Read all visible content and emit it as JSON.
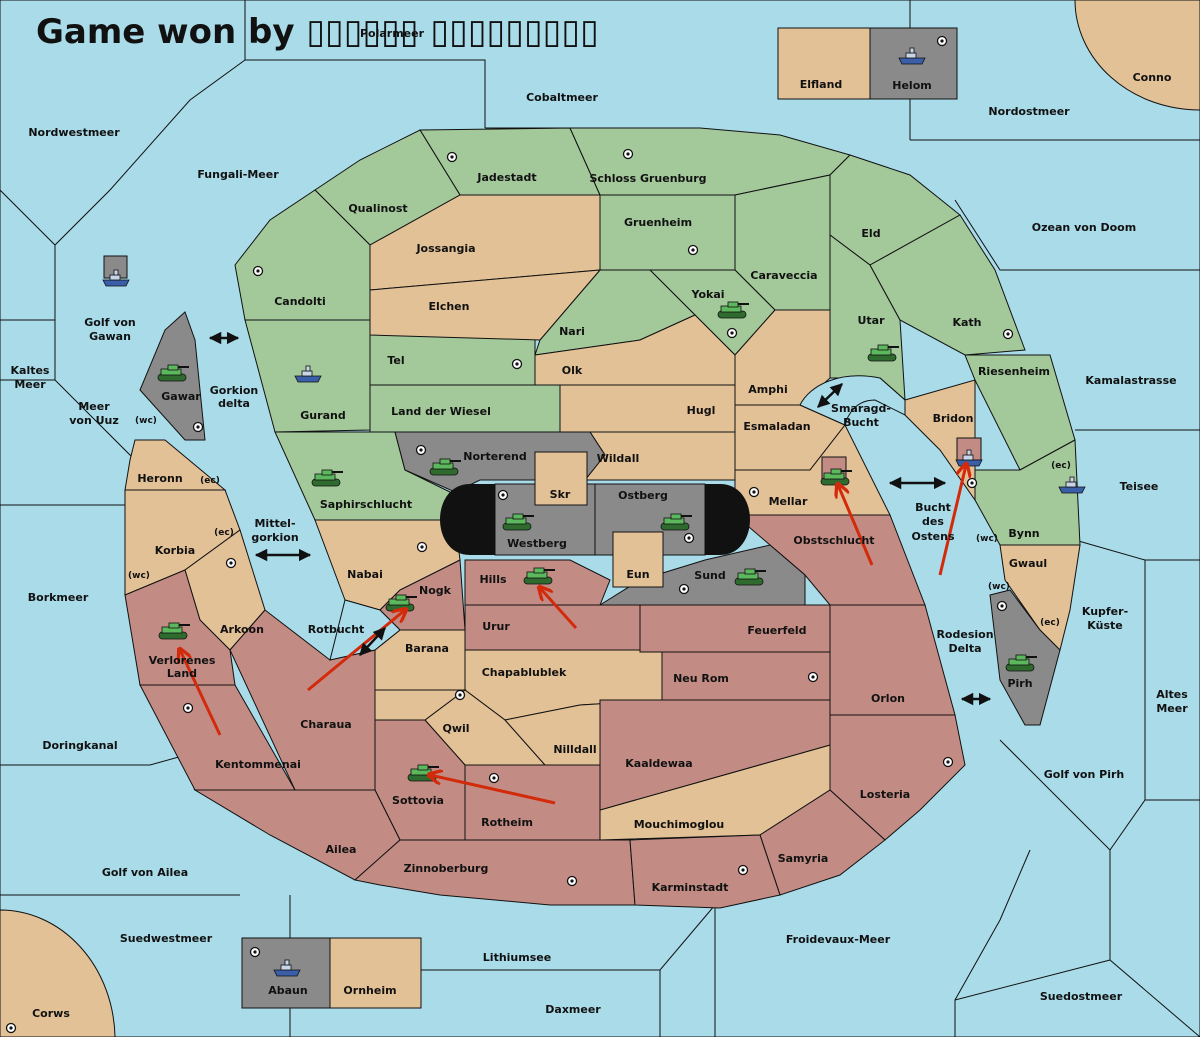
{
  "title": "Game won by ▯▯▯▯▯▯ ▯▯▯▯▯▯▯▯▯",
  "colors": {
    "sea": "#a9dbe9",
    "green_power": "#a3c89a",
    "neutral": "#e3c196",
    "red_power": "#c28c84",
    "gray_power": "#8a8a8a",
    "order_arrow": "#d42a0c",
    "unit_army": "#5cb85c",
    "unit_fleet": "#3a5ea8"
  },
  "sea_regions": {
    "polarmeer": "Polarmeer",
    "cobaltmeer": "Cobaltmeer",
    "nordwestmeer": "Nordwestmeer",
    "fungali": "Fungali-Meer",
    "nordostmeer": "Nordostmeer",
    "ozean": "Ozean von Doom",
    "golf_gawan_1": "Golf von",
    "golf_gawan_2": "Gawan",
    "kaltes_1": "Kaltes",
    "kaltes_2": "Meer",
    "meer_uuz_1": "Meer",
    "meer_uuz_2": "von Uuz",
    "gorkion_1": "Gorkion",
    "gorkion_2": "delta",
    "kamala": "Kamalastrasse",
    "smaragd_1": "Smaragd-",
    "smaragd_2": "Bucht",
    "teisee": "Teisee",
    "bucht_1": "Bucht",
    "bucht_2": "des",
    "bucht_3": "Ostens",
    "mittel_1": "Mittel-",
    "mittel_2": "gorkion",
    "borkmeer": "Borkmeer",
    "kupfer_1": "Kupfer-",
    "kupfer_2": "Küste",
    "rotbucht": "Rotbucht",
    "rodesion_1": "Rodesion",
    "rodesion_2": "Delta",
    "altes_1": "Altes",
    "altes_2": "Meer",
    "doringkanal": "Doringkanal",
    "golf_pirh": "Golf von Pirh",
    "golf_ailea": "Golf von Ailea",
    "suedwestmeer": "Suedwestmeer",
    "lithiumsee": "Lithiumsee",
    "froidevaux": "Froidevaux-Meer",
    "suedostmeer": "Suedostmeer",
    "daxmeer": "Daxmeer"
  },
  "provinces": {
    "elfland": "Elfland",
    "helom": "Helom",
    "conno": "Conno",
    "corws": "Corws",
    "abaun": "Abaun",
    "ornheim": "Ornheim",
    "jadestadt": "Jadestadt",
    "schloss": "Schloss Gruenburg",
    "qualinost": "Qualinost",
    "gruenheim": "Gruenheim",
    "eld": "Eld",
    "jossangia": "Jossangia",
    "caraveccia": "Caraveccia",
    "candolti": "Candolti",
    "elchen": "Elchen",
    "yokai": "Yokai",
    "nari": "Nari",
    "utar": "Utar",
    "kath": "Kath",
    "tel": "Tel",
    "olk": "Olk",
    "riesenheim": "Riesenheim",
    "gawar": "Gawar",
    "gurand": "Gurand",
    "amphi": "Amphi",
    "land_wiesel": "Land der Wiesel",
    "hugl": "Hugl",
    "bridon": "Bridon",
    "esmaladan": "Esmaladan",
    "norterend": "Norterend",
    "wildall": "Wildall",
    "heronn": "Heronn",
    "skr": "Skr",
    "ostberg": "Ostberg",
    "mellar": "Mellar",
    "saphirschlucht": "Saphirschlucht",
    "westberg": "Westberg",
    "obstschlucht": "Obstschlucht",
    "bynn": "Bynn",
    "korbia": "Korbia",
    "nabai": "Nabai",
    "eun": "Eun",
    "sund": "Sund",
    "gwaul": "Gwaul",
    "hills": "Hills",
    "nogk": "Nogk",
    "arkoon": "Arkoon",
    "urur": "Urur",
    "feuerfeld": "Feuerfeld",
    "verlorenes_1": "Verlorenes",
    "verlorenes_2": "Land",
    "barana": "Barana",
    "chapablublek": "Chapablublek",
    "neu_rom": "Neu Rom",
    "pirh": "Pirh",
    "orlon": "Orlon",
    "charaua": "Charaua",
    "qwil": "Qwil",
    "nilldall": "Nilldall",
    "kentommenai": "Kentommenai",
    "kaaldewaa": "Kaaldewaa",
    "sottovia": "Sottovia",
    "losteria": "Losteria",
    "rotheim": "Rotheim",
    "mouchimoglou": "Mouchimoglou",
    "ailea": "Ailea",
    "samyria": "Samyria",
    "zinnoberburg": "Zinnoberburg",
    "karminstadt": "Karminstadt"
  },
  "coast_tags": {
    "wc": "(wc)",
    "ec": "(ec)"
  },
  "icons": {
    "army": "tank-icon",
    "fleet": "fleet-ship-icon",
    "supply": "supply-center-icon",
    "move": "red-move-arrow-icon",
    "link": "double-arrow-link-icon"
  }
}
